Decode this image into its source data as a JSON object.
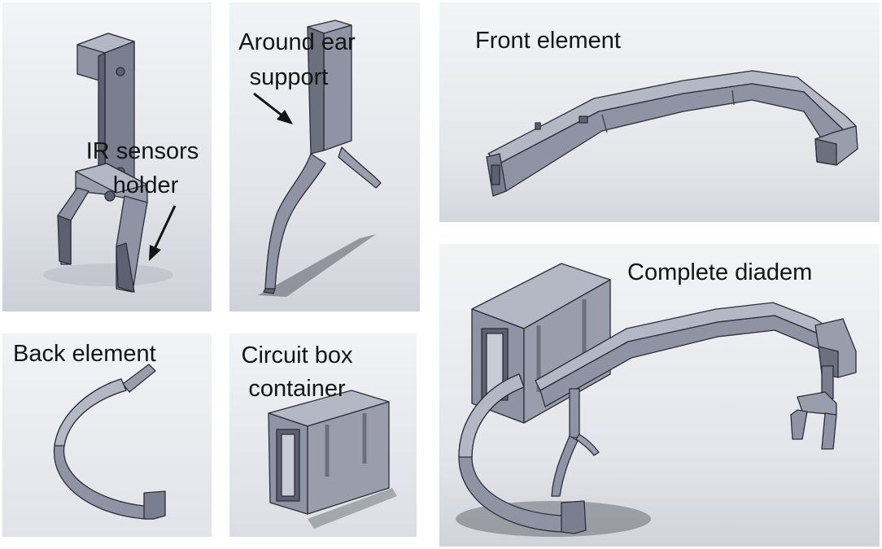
{
  "labels": {
    "ir_line1": "IR sensors",
    "ir_line2": "holder",
    "ear_line1": "Around ear",
    "ear_line2": "support",
    "front": "Front element",
    "back": "Back element",
    "box_line1": "Circuit box",
    "box_line2": "container",
    "complete": "Complete diadem"
  },
  "colors": {
    "part_face": "#8f93a3",
    "part_dark": "#5d6070",
    "part_light": "#b4b7c4",
    "edge": "#2c2e38",
    "background_light": "#f1f2f5",
    "background_shade": "#c7cad3"
  }
}
